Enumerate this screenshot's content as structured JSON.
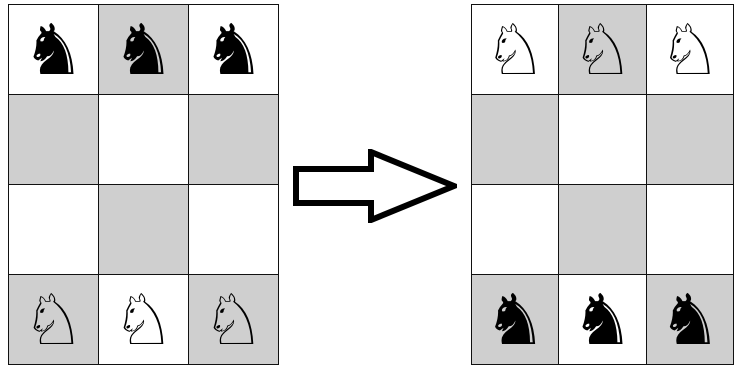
{
  "colors": {
    "light_square": "#ffffff",
    "dark_square": "#cfcfcf",
    "grid_line": "#111111",
    "arrow_fill": "#ffffff",
    "arrow_stroke": "#000000"
  },
  "glyphs": {
    "white_knight": "♘",
    "black_knight": "♞",
    "empty": ""
  },
  "boards": [
    {
      "name": "start-position",
      "rows": [
        [
          "black_knight",
          "black_knight",
          "black_knight"
        ],
        [
          "empty",
          "empty",
          "empty"
        ],
        [
          "empty",
          "empty",
          "empty"
        ],
        [
          "white_knight",
          "white_knight",
          "white_knight"
        ]
      ]
    },
    {
      "name": "target-position",
      "rows": [
        [
          "white_knight",
          "white_knight",
          "white_knight"
        ],
        [
          "empty",
          "empty",
          "empty"
        ],
        [
          "empty",
          "empty",
          "empty"
        ],
        [
          "black_knight",
          "black_knight",
          "black_knight"
        ]
      ]
    }
  ],
  "arrow_icon": "right-arrow-icon"
}
